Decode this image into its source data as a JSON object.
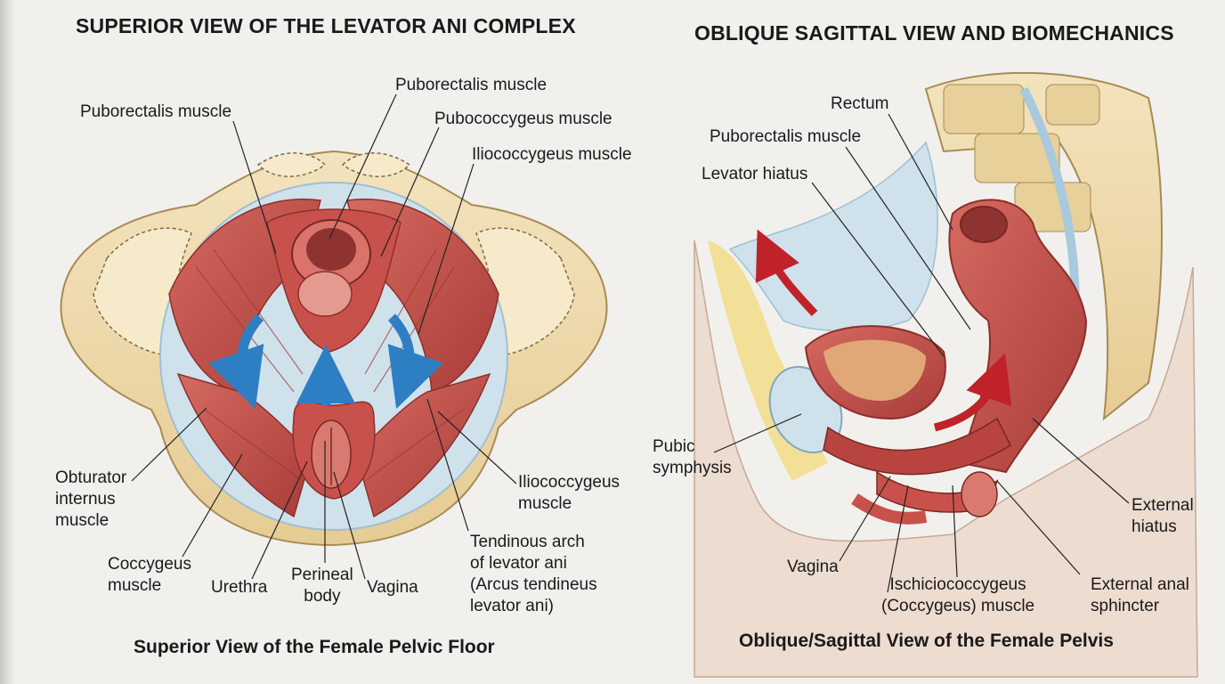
{
  "left_panel": {
    "heading": "SUPERIOR VIEW OF THE LEVATOR ANI COMPLEX",
    "caption": "Superior View of the Female Pelvic Floor",
    "labels": {
      "puborectalis_top": "Puborectalis muscle",
      "puborectalis_left": "Puborectalis muscle",
      "pubococcygeus": "Pubococcygeus muscle",
      "iliococcygeus_top": "Iliococcygeus muscle",
      "obturator": "Obturator\ninternus\nmuscle",
      "coccygeus": "Coccygeus\nmuscle",
      "urethra": "Urethra",
      "perineal_body": "Perineal\nbody",
      "vagina": "Vagina",
      "iliococcygeus_right": "Iliococcygeus\nmuscle",
      "tendinous_arch": "Tendinous arch\nof levator ani\n(Arcus tendineus\nlevator ani)"
    }
  },
  "right_panel": {
    "heading": "OBLIQUE SAGITTAL VIEW AND BIOMECHANICS",
    "caption": "Oblique/Sagittal View of the Female Pelvis",
    "labels": {
      "rectum": "Rectum",
      "puborectalis": "Puborectalis muscle",
      "levator_hiatus": "Levator hiatus",
      "pubic_symphysis": "Pubic\nsymphysis",
      "vagina": "Vagina",
      "ischiococcygeus": "Ischiciococcygeus\n(Coccygeus) muscle",
      "external_hiatus": "External\nhiatus",
      "external_anal_sphincter": "External anal\nsphincter"
    }
  },
  "colors": {
    "muscle": "#c9564e",
    "muscle_dark": "#8e2e2c",
    "bone": "#ecd7a6",
    "fascia": "#bcd7e6",
    "blue_arrow": "#2e7ec4",
    "red_arrow": "#c0222a"
  }
}
